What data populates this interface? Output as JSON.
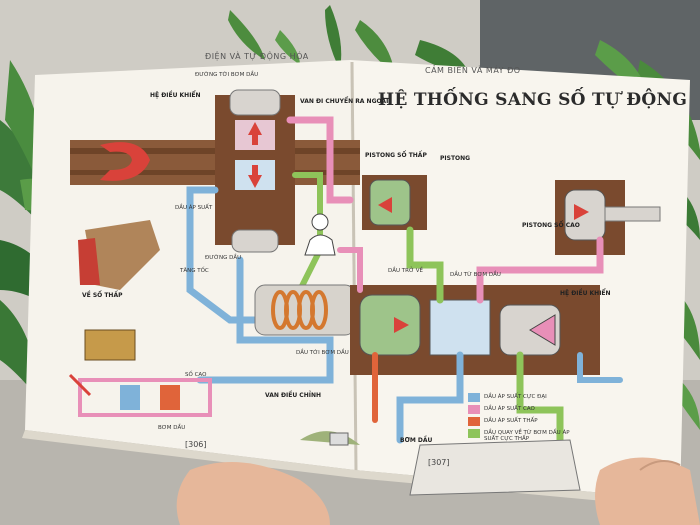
{
  "book": {
    "left_page": {
      "header": "ĐIỆN VÀ TỰ ĐỘNG HÓA",
      "page_number": "[306]",
      "labels": {
        "control_handle": "HỆ ĐIỀU KHIỂN",
        "pump_tube": "ĐƯỜNG TỚI BƠM DẦU",
        "outer_chamber": "VAN ĐI CHUYỂN RA NGOÀI",
        "oil_line": "DẦU ÁP SUẤT",
        "pedal_oil": "ĐƯỜNG DẦU",
        "speed": "TĂNG TỐC",
        "low_gear": "VỀ SỐ THẤP",
        "control_valve": "VAN ĐIỀU CHỈNH",
        "oil_to_pump": "DẦU TỚI BƠM DẦU",
        "high_gear": "SỐ CAO",
        "pump": "BƠM DẦU"
      }
    },
    "right_page": {
      "header": "CẢM BIẾN VÀ MÁY ĐO",
      "title": "HỆ THỐNG SANG SỐ TỰ ĐỘNG",
      "page_number": "[307]",
      "labels": {
        "low_gear_piston": "PISTONG SỐ THẤP",
        "piston": "PISTONG",
        "high_gear_piston": "PISTONG SỐ CAO",
        "oil_return": "DẦU TRỞ VỀ",
        "oil_to": "DẦU TỪ BƠM DẦU",
        "control": "HỆ ĐIỀU KHIỂN",
        "pump": "BƠM DẦU",
        "legend_1": "DẦU ÁP SUẤT CỰC ĐẠI",
        "legend_2": "DẦU ÁP SUẤT CAO",
        "legend_3": "DẦU ÁP SUẤT THẤP",
        "legend_4": "DẦU QUAY VỀ TỪ BƠM DẦU ÁP SUẤT CỰC THẤP"
      }
    }
  },
  "colors": {
    "wall": "#c9c6bf",
    "paper": "#f6f3ec",
    "oil_max": "#7fb2d9",
    "oil_high": "#e88fb8",
    "oil_low": "#e0643a",
    "oil_return": "#8ec45a",
    "wood": "#7a4a2e",
    "red": "#d9423a"
  }
}
